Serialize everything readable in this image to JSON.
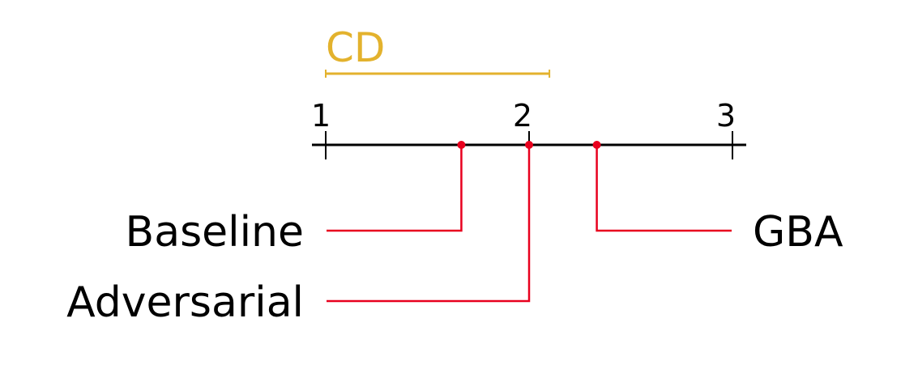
{
  "chart_data": {
    "type": "critical-difference-diagram",
    "axis": {
      "min": 1,
      "max": 3,
      "ticks": [
        1,
        2,
        3
      ]
    },
    "cd": {
      "label": "CD",
      "value": 1.1,
      "color": "#e3b22d"
    },
    "methods": [
      {
        "name": "Baseline",
        "rank": 1.667,
        "side": "left"
      },
      {
        "name": "Adversarial",
        "rank": 2.0,
        "side": "left"
      },
      {
        "name": "GBA",
        "rank": 2.333,
        "side": "right"
      }
    ],
    "colors": {
      "axis": "#000000",
      "marker": "#e8001e",
      "connector": "#e8001e"
    }
  }
}
